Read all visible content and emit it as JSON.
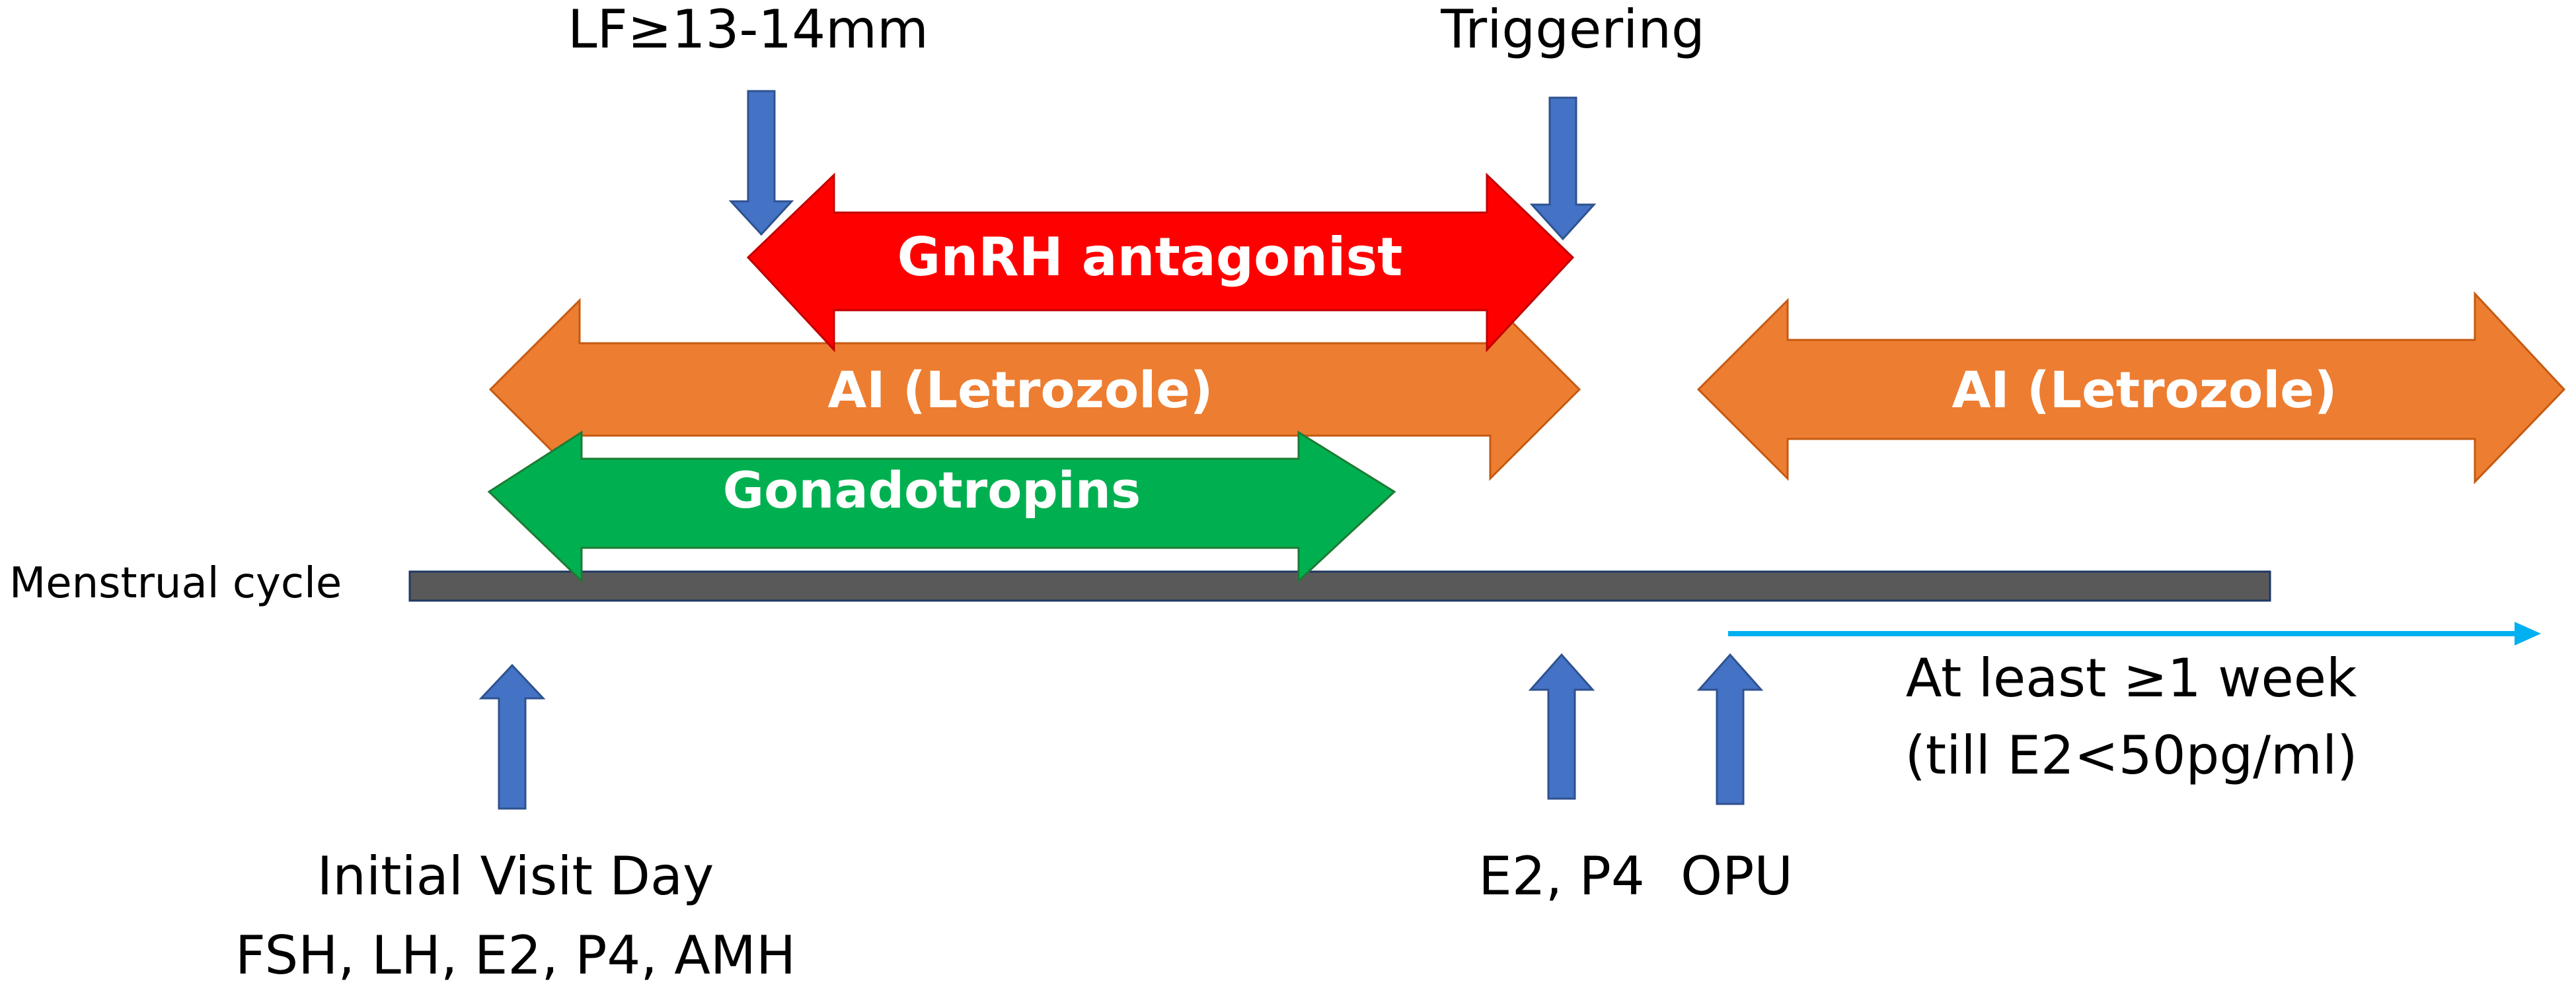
{
  "labels": {
    "lf_threshold": "LF≥13-14mm",
    "triggering": "Triggering",
    "menstrual_cycle": "Menstrual cycle",
    "initial_visit_line1": "Initial Visit Day",
    "initial_visit_line2": "FSH, LH, E2, P4, AMH",
    "e2_p4": "E2, P4",
    "opu": "OPU",
    "at_least_line1": "At least ≥1 week",
    "at_least_line2": "(till E2<50pg/ml)"
  },
  "bars": {
    "gnrh": "GnRH antagonist",
    "ai_1": "AI (Letrozole)",
    "ai_2": "AI (Letrozole)",
    "gonadotropins": "Gonadotropins"
  },
  "colors": {
    "gnrh": "#ff0000",
    "ai": "#ed7d31",
    "gonadotropins": "#00b050",
    "arrow_blue": "#4472c4",
    "timeline": "#595959",
    "timeline_border": "#1f3864",
    "followup_line": "#00b0f0",
    "text": "#000000",
    "bar_text": "#ffffff"
  }
}
